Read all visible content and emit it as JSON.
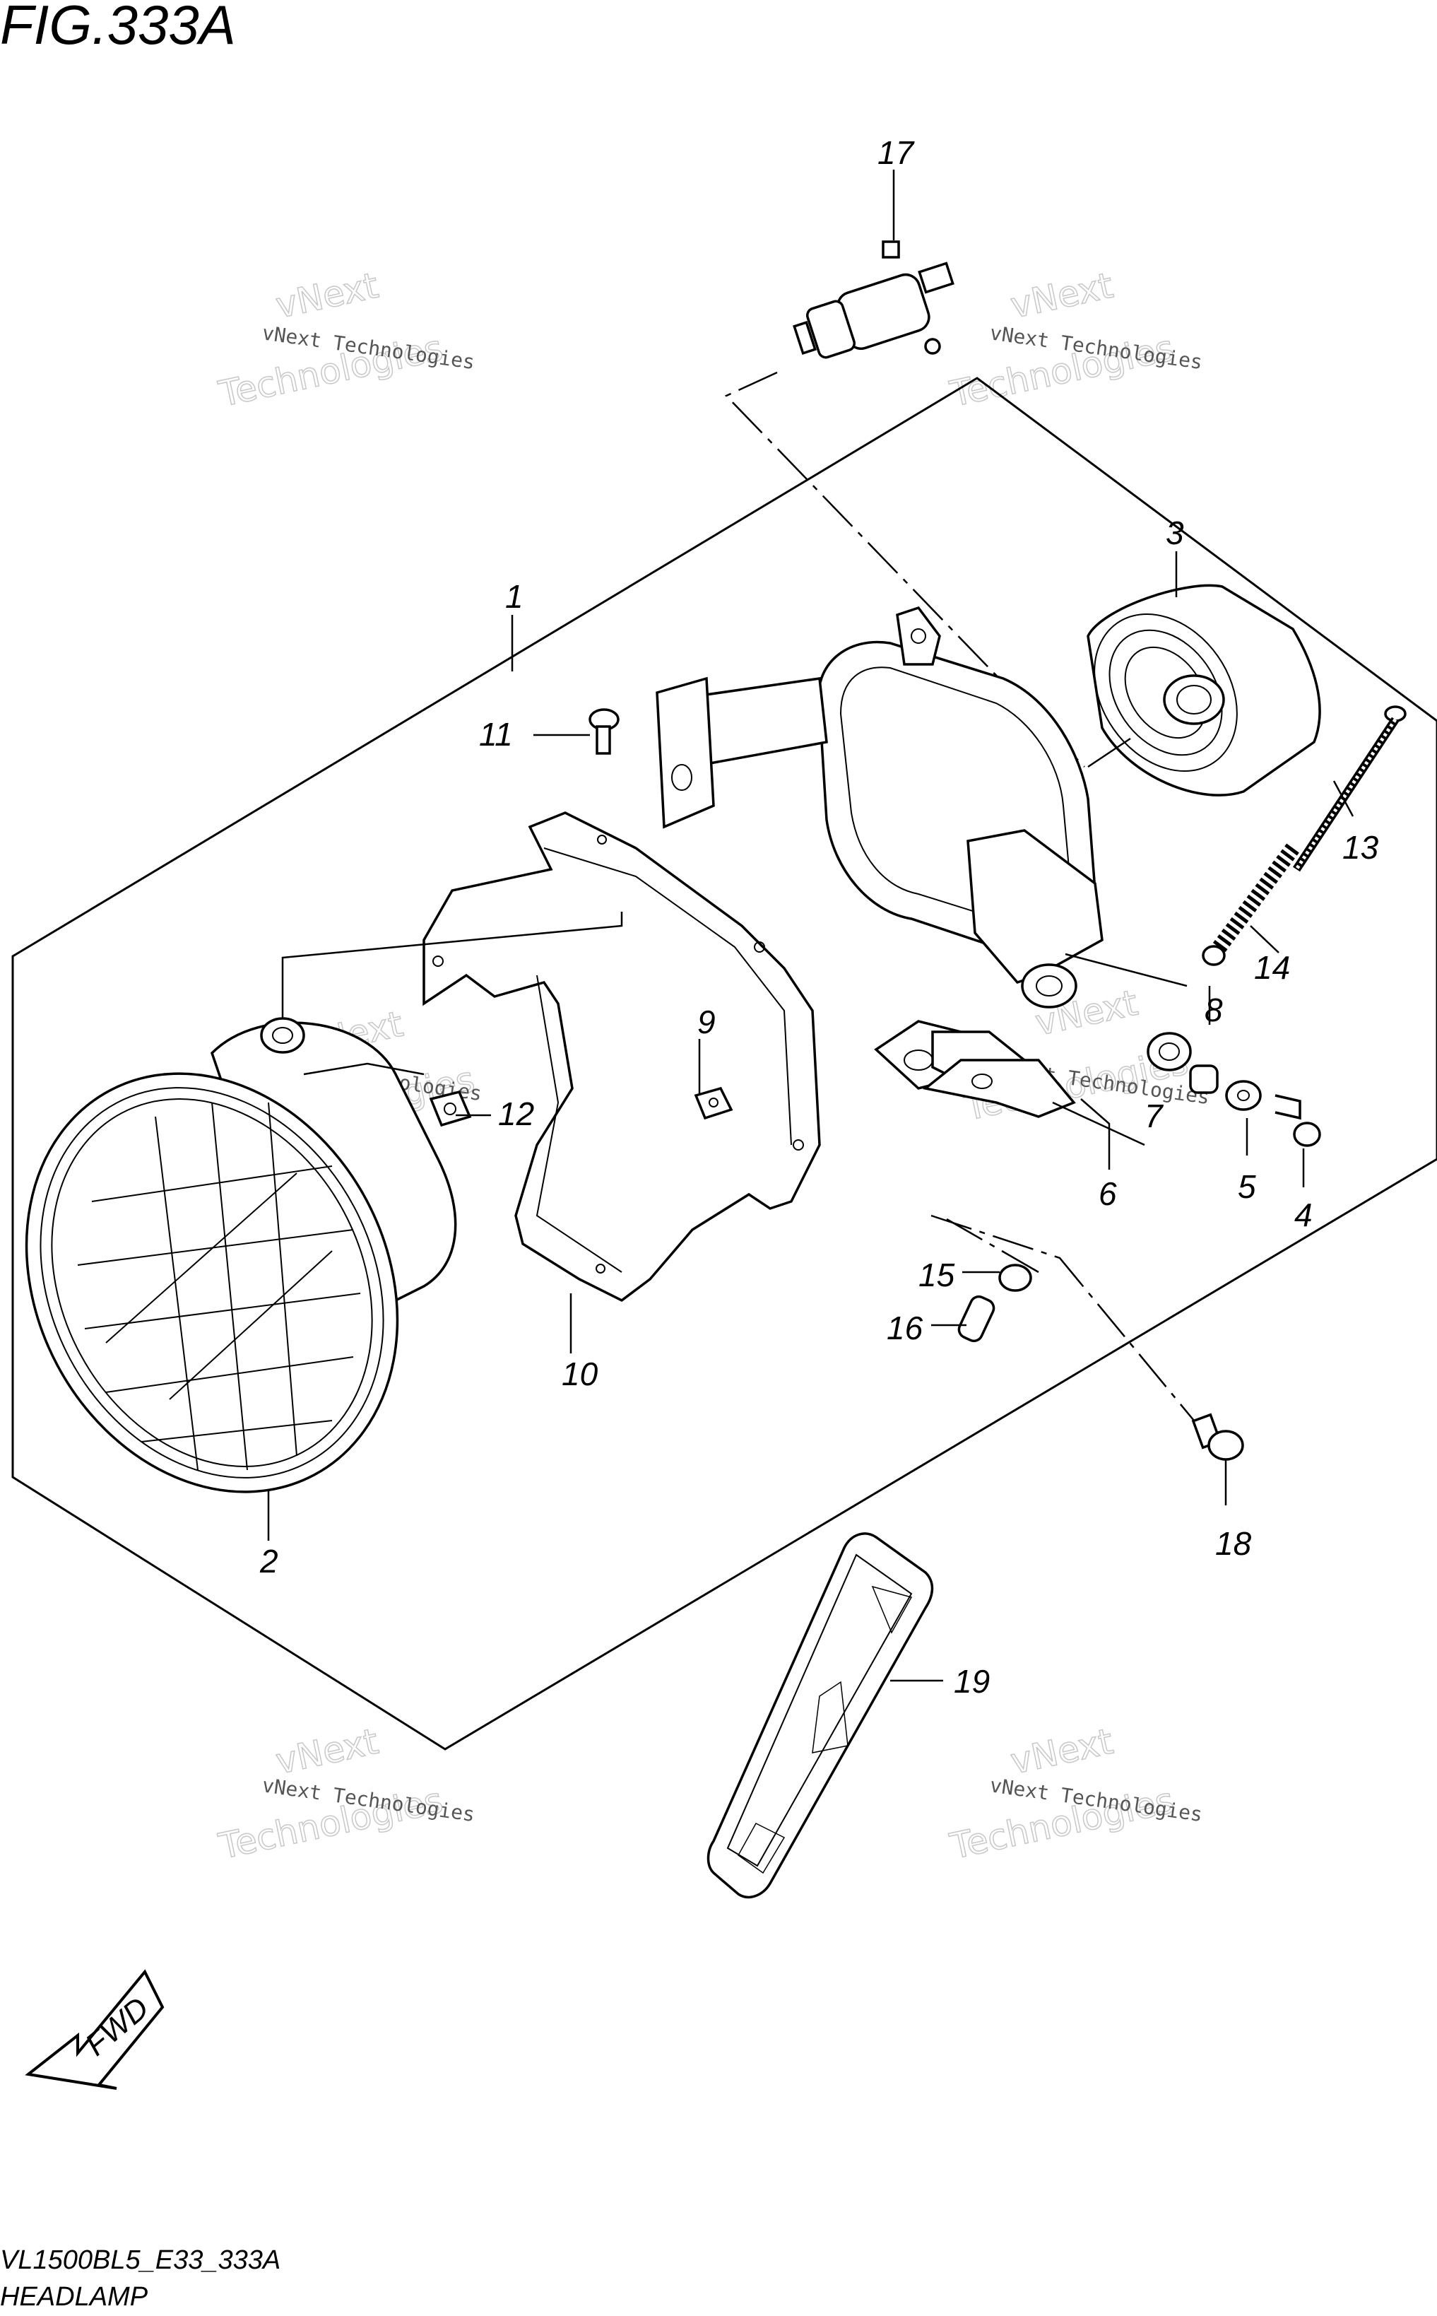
{
  "figure": {
    "title": "FIG.333A",
    "model_code": "VL1500BL5_E33_333A",
    "name": "HEADLAMP"
  },
  "direction_arrow": {
    "label": "FWD"
  },
  "watermark": {
    "line1": "vNext Technologies",
    "line2": "Technologies",
    "line3": "vNext"
  },
  "callouts": [
    {
      "id": "c1",
      "label": "1"
    },
    {
      "id": "c2",
      "label": "2"
    },
    {
      "id": "c3",
      "label": "3"
    },
    {
      "id": "c4",
      "label": "4"
    },
    {
      "id": "c5",
      "label": "5"
    },
    {
      "id": "c6",
      "label": "6"
    },
    {
      "id": "c7",
      "label": "7"
    },
    {
      "id": "c8",
      "label": "8"
    },
    {
      "id": "c9",
      "label": "9"
    },
    {
      "id": "c10",
      "label": "10"
    },
    {
      "id": "c11",
      "label": "11"
    },
    {
      "id": "c12",
      "label": "12"
    },
    {
      "id": "c13",
      "label": "13"
    },
    {
      "id": "c14",
      "label": "14"
    },
    {
      "id": "c15",
      "label": "15"
    },
    {
      "id": "c16",
      "label": "16"
    },
    {
      "id": "c17",
      "label": "17"
    },
    {
      "id": "c18",
      "label": "18"
    },
    {
      "id": "c19",
      "label": "19"
    }
  ]
}
